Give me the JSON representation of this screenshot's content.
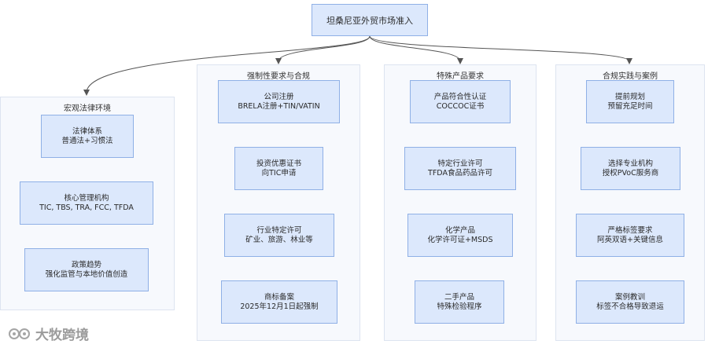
{
  "root": {
    "label": "坦桑尼亚外贸市场准入"
  },
  "groups": [
    {
      "title": "宏观法律环境",
      "nodes": [
        {
          "line1": "法律体系",
          "line2": "普通法+习惯法"
        },
        {
          "line1": "核心管理机构",
          "line2": "TIC, TBS, TRA, FCC, TFDA"
        },
        {
          "line1": "政策趋势",
          "line2": "强化监管与本地价值创造"
        }
      ]
    },
    {
      "title": "强制性要求与合规",
      "nodes": [
        {
          "line1": "公司注册",
          "line2": "BRELA注册+TIN/VATIN"
        },
        {
          "line1": "投资优惠证书",
          "line2": "向TIC申请"
        },
        {
          "line1": "行业特定许可",
          "line2": "矿业、旅游、林业等"
        },
        {
          "line1": "商标备案",
          "line2": "2025年12月1日起强制"
        }
      ]
    },
    {
      "title": "特殊产品要求",
      "nodes": [
        {
          "line1": "产品符合性认证",
          "line2": "COCCOC证书"
        },
        {
          "line1": "特定行业许可",
          "line2": "TFDA食品药品许可"
        },
        {
          "line1": "化学产品",
          "line2": "化学许可证+MSDS"
        },
        {
          "line1": "二手产品",
          "line2": "特殊检验程序"
        }
      ]
    },
    {
      "title": "合规实践与案例",
      "nodes": [
        {
          "line1": "提前规划",
          "line2": "预留充足时间"
        },
        {
          "line1": "选择专业机构",
          "line2": "授权PVoC服务商"
        },
        {
          "line1": "严格标签要求",
          "line2": "阿英双语+关键信息"
        },
        {
          "line1": "案例教训",
          "line2": "标签不合格导致退运"
        }
      ]
    }
  ],
  "watermark": {
    "text": "大牧跨境"
  },
  "colors": {
    "node_fill": "#dce8fc",
    "node_border": "#8fb0e6",
    "group_fill": "#f7f9fd",
    "link": "#555555"
  }
}
